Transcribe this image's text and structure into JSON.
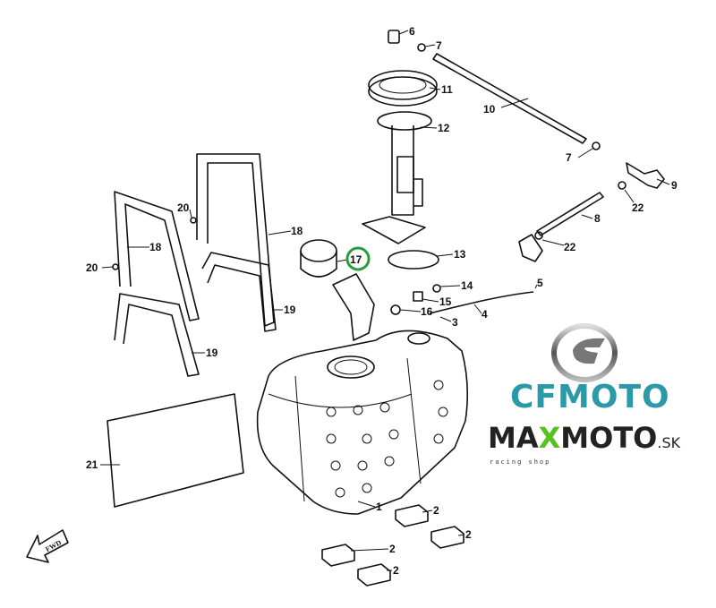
{
  "diagram": {
    "callouts": [
      "6",
      "7",
      "11",
      "10",
      "12",
      "7",
      "9",
      "22",
      "8",
      "18",
      "20",
      "18",
      "22",
      "13",
      "17",
      "20",
      "14",
      "5",
      "15",
      "19",
      "16",
      "3",
      "4",
      "19",
      "21",
      "1",
      "2",
      "2",
      "2",
      "2"
    ],
    "highlighted_callout": "17",
    "highlight_color": "#2a9d3a",
    "fwd_label": "FWD"
  },
  "logos": {
    "brand": "CFMOTO",
    "brand_color": "#2a9aa8",
    "shop_prefix": "MA",
    "shop_x": "X",
    "shop_suffix": "MOTO",
    "shop_tld": ".SK",
    "shop_tagline": "racing shop",
    "shop_accent": "#56c21e"
  }
}
